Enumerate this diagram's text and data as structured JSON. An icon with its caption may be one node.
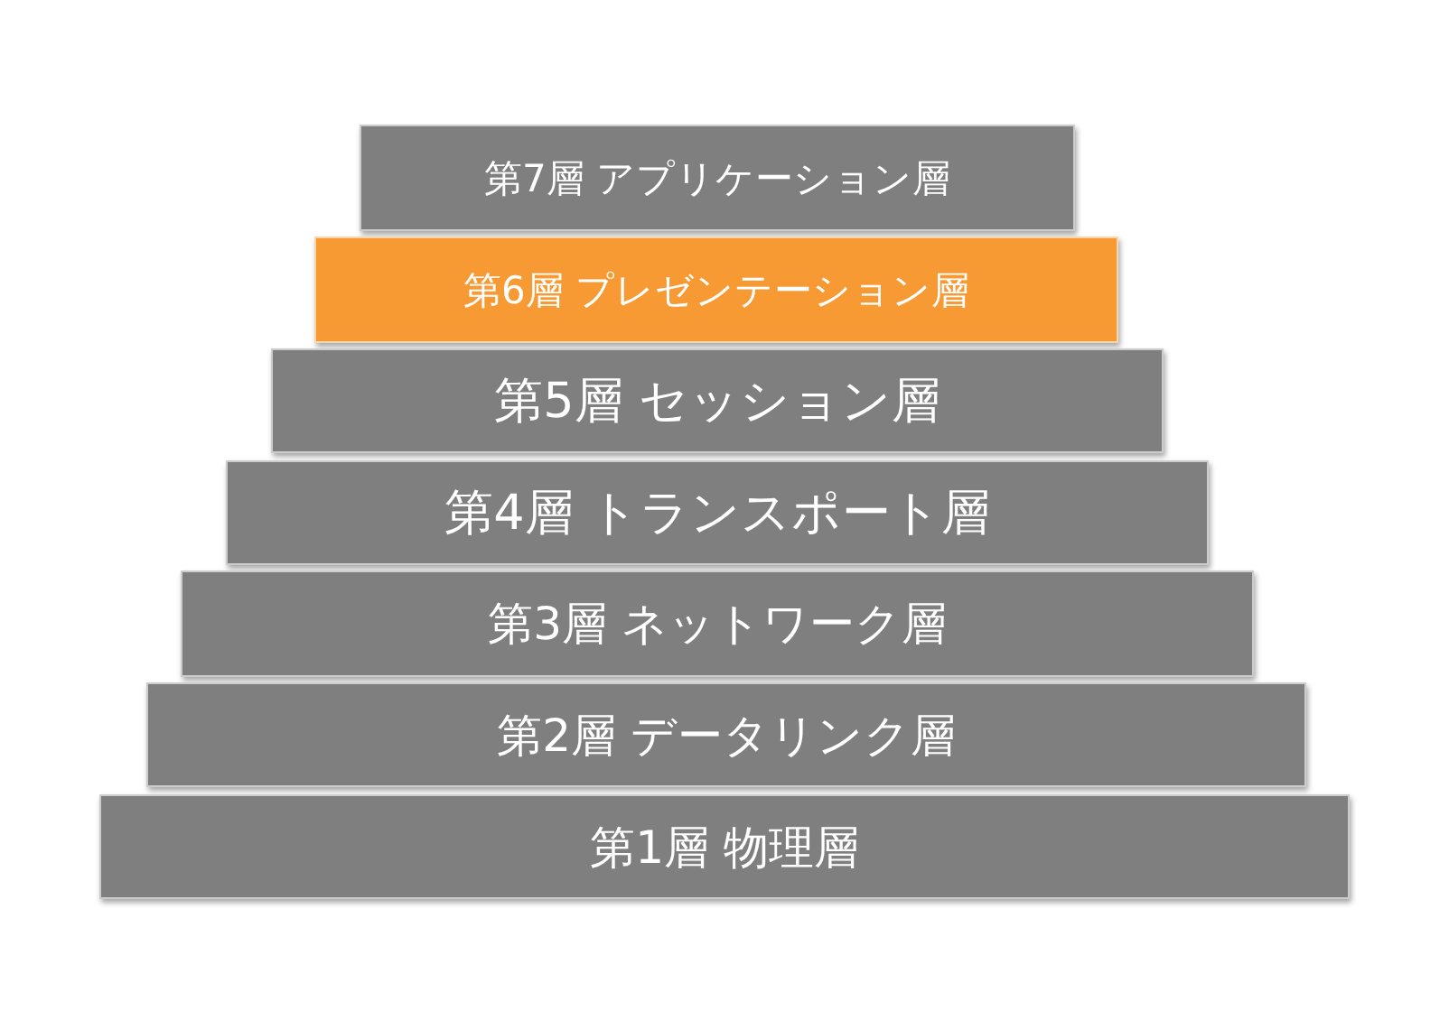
{
  "diagram": {
    "nodes": [
      {
        "text": [
          "第7層 アプリケーション層"
        ]
      },
      {
        "text": [
          "第6層 プレゼンテーション層"
        ]
      },
      {
        "text": [
          "第5層 セッション層"
        ]
      },
      {
        "text": [
          "第4層 トランスポート層"
        ]
      },
      {
        "text": [
          "第3層 ネットワーク層"
        ]
      },
      {
        "text": [
          "第2層 データリンク層"
        ]
      },
      {
        "text": [
          "第1層 物理層"
        ]
      }
    ]
  }
}
